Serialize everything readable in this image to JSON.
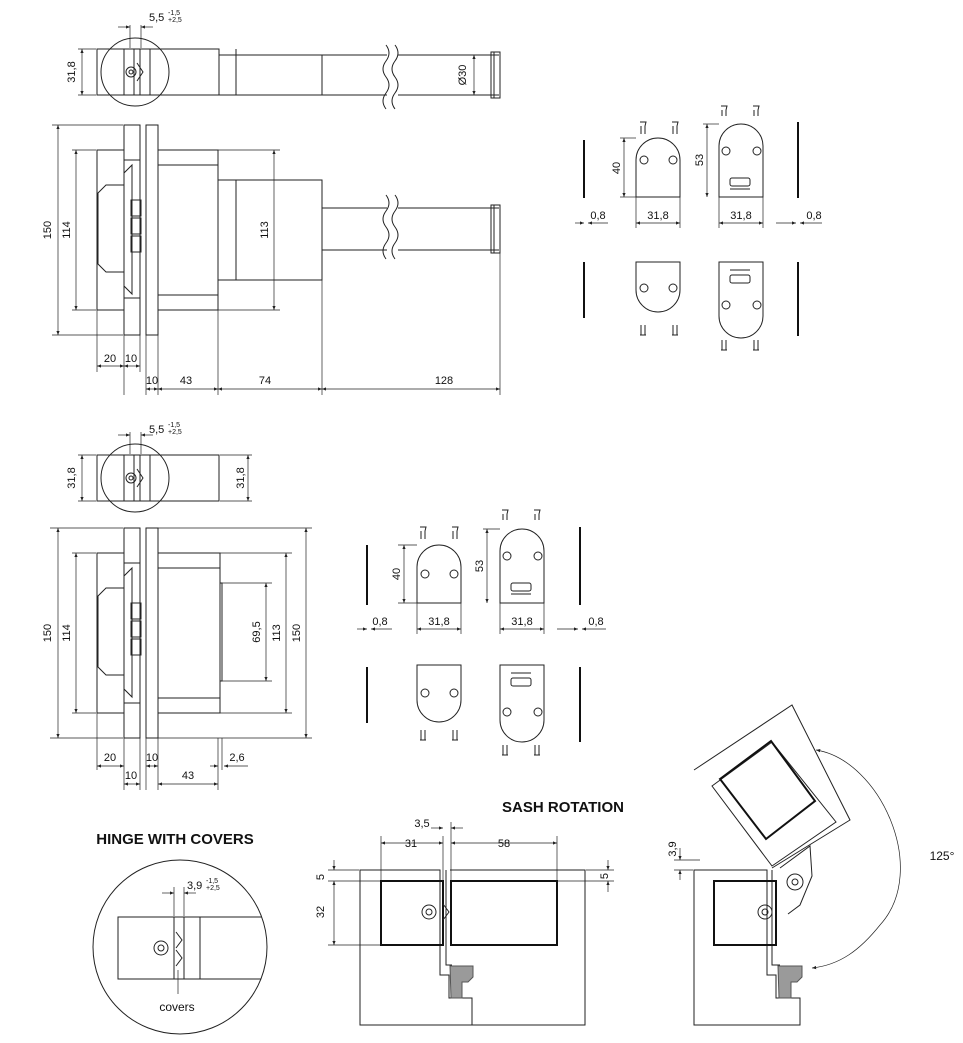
{
  "dimensions": {
    "gap_top": "5,5",
    "tol_top_plus": "-1,5",
    "tol_top_minus": "+2,5",
    "width_318": "31,8",
    "diam_30": "Ø30",
    "height_150": "150",
    "height_114": "114",
    "height_113": "113",
    "width_20": "20",
    "width_10": "10",
    "width_43": "43",
    "width_74": "74",
    "width_128": "128",
    "height_40": "40",
    "height_53": "53",
    "offset_08": "0,8",
    "height_695": "69,5",
    "width_26": "2,6",
    "gap_covers": "3,9",
    "tol_cov_plus": "-1,5",
    "tol_cov_minus": "+2,5",
    "gap_35": "3,5",
    "width_31": "31",
    "width_58": "58",
    "height_5": "5",
    "height_32": "32",
    "height_39": "3,9",
    "angle_125": "125°"
  },
  "titles": {
    "hinge_with_covers": "HINGE WITH COVERS",
    "sash_rotation": "SASH ROTATION"
  },
  "labels": {
    "covers": "covers"
  },
  "colors": {
    "line": "#222222",
    "gasket": "#9a9a9a",
    "background": "#ffffff"
  }
}
